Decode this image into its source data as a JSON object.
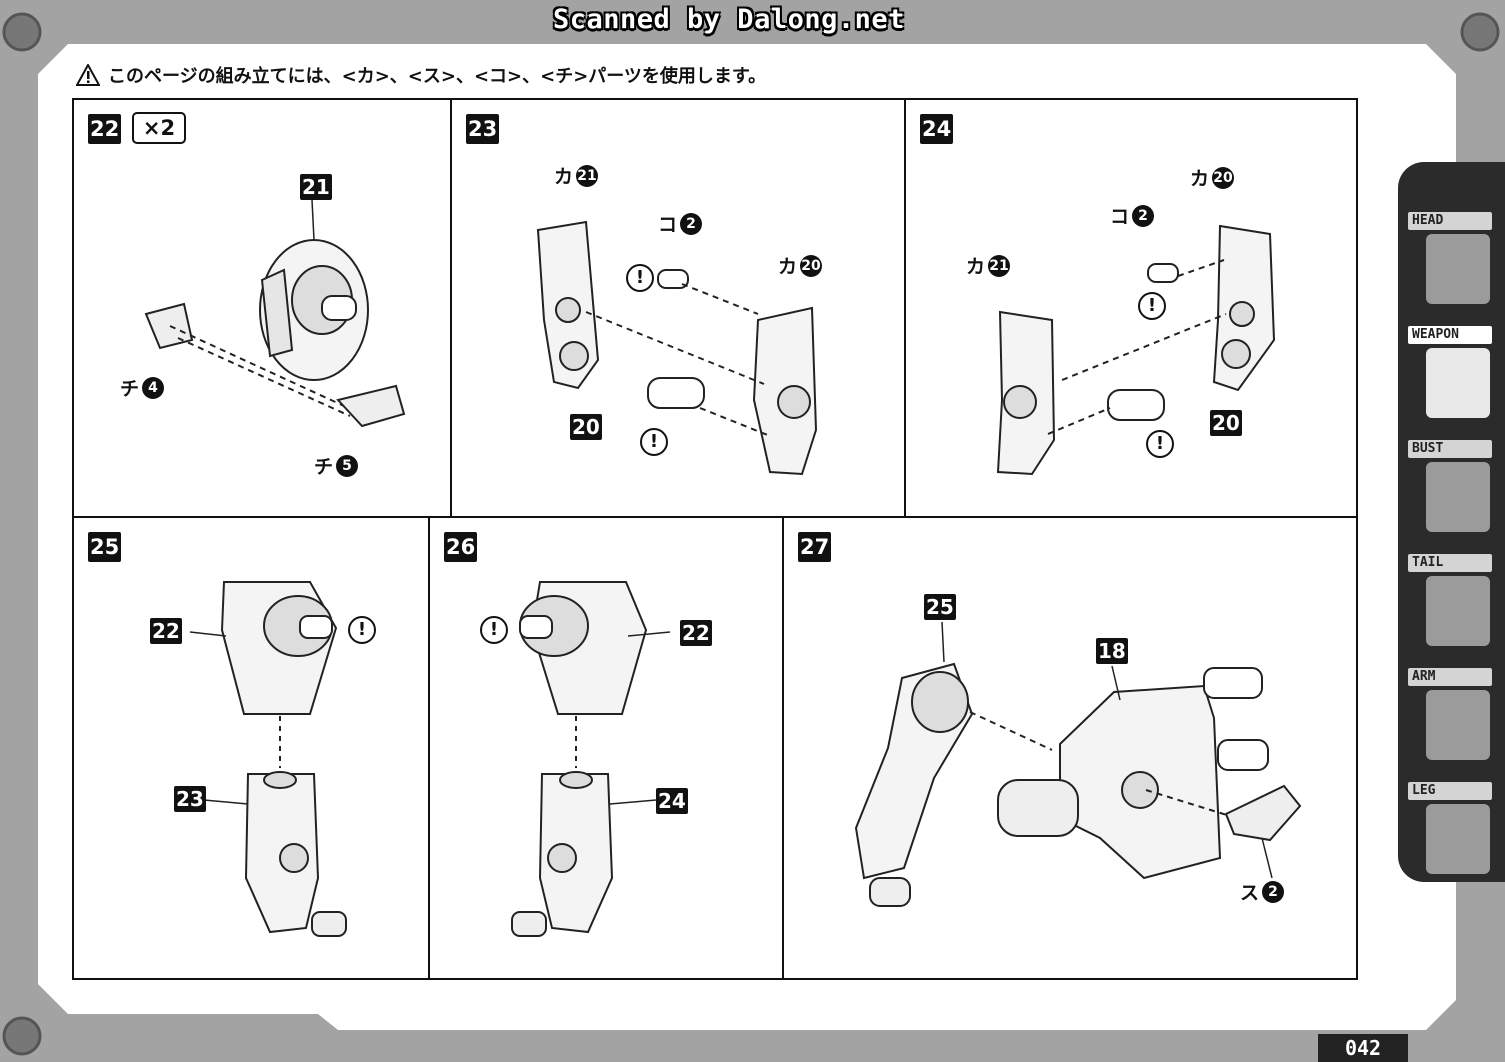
{
  "banner": {
    "text": "Scanned by Dalong.net"
  },
  "notice": {
    "text": "このページの組み立てには、<カ>、<ス>、<コ>、<チ>パーツを使用します。"
  },
  "steps": {
    "s22": {
      "number": "22",
      "quantity": "×2",
      "part_ref": "21",
      "label_a": {
        "kana": "チ",
        "num": "4"
      },
      "label_b": {
        "kana": "チ",
        "num": "5"
      }
    },
    "s23": {
      "number": "23",
      "ref_a": {
        "kana": "カ",
        "num": "21"
      },
      "ref_b": {
        "kana": "コ",
        "num": "2"
      },
      "ref_c": {
        "kana": "カ",
        "num": "20"
      },
      "part_ref": "20"
    },
    "s24": {
      "number": "24",
      "ref_a": {
        "kana": "カ",
        "num": "20"
      },
      "ref_b": {
        "kana": "コ",
        "num": "2"
      },
      "ref_c": {
        "kana": "カ",
        "num": "21"
      },
      "part_ref": "20"
    },
    "s25": {
      "number": "25",
      "part_top": "22",
      "part_bottom": "23"
    },
    "s26": {
      "number": "26",
      "part_top": "22",
      "part_bottom": "24"
    },
    "s27": {
      "number": "27",
      "part_a": "25",
      "part_b": "18",
      "label": {
        "kana": "ス",
        "num": "2"
      }
    }
  },
  "warning_glyph": "!",
  "side_nav": {
    "items": [
      {
        "label": "HEAD",
        "icon": "head-icon"
      },
      {
        "label": "WEAPON",
        "icon": "weapon-icon"
      },
      {
        "label": "BUST",
        "icon": "bust-icon"
      },
      {
        "label": "TAIL",
        "icon": "tail-icon"
      },
      {
        "label": "ARM",
        "icon": "arm-icon"
      },
      {
        "label": "LEG",
        "icon": "leg-icon"
      }
    ],
    "active": "WEAPON"
  },
  "page_number": "042"
}
